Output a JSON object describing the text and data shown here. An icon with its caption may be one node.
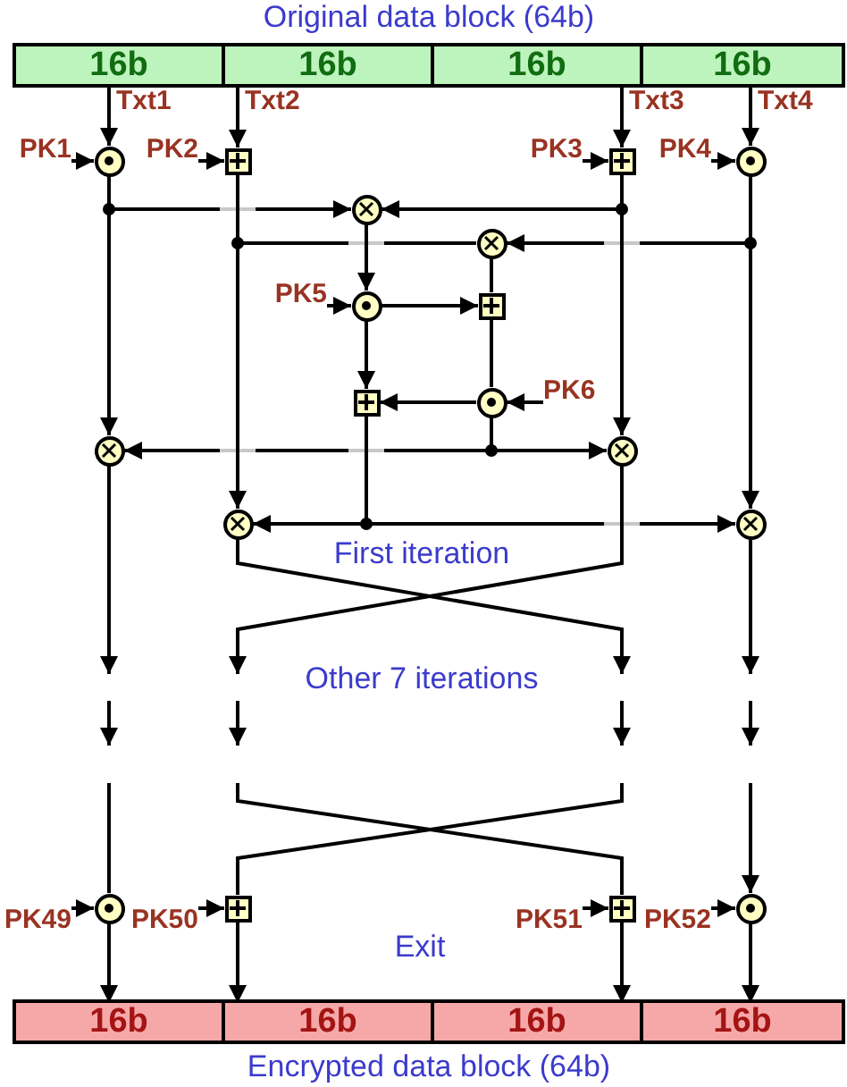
{
  "diagram": {
    "nodes": [
      {
        "text": [
          "Original data block (64b)"
        ]
      },
      {
        "text": [
          "16b"
        ],
        "in": 0
      },
      {
        "text": [
          "16b"
        ],
        "in": 0
      },
      {
        "text": [
          "16b"
        ],
        "in": 0
      },
      {
        "text": [
          "16b"
        ],
        "in": 0
      },
      {
        "text": [
          "PK1"
        ]
      },
      {
        "text": [],
        "shape": "circle"
      },
      {
        "text": [
          "PK2"
        ]
      },
      {
        "text": [],
        "shape": "box"
      },
      {
        "text": [
          "PK3"
        ]
      },
      {
        "text": [],
        "shape": "box"
      },
      {
        "text": [
          "PK4"
        ]
      },
      {
        "text": [],
        "shape": "circle"
      },
      {
        "text": [],
        "shape": "circle"
      },
      {
        "text": [],
        "shape": "circle"
      },
      {
        "text": [
          "PK5"
        ]
      },
      {
        "text": [],
        "shape": "circle"
      },
      {
        "text": [],
        "shape": "box"
      },
      {
        "text": [],
        "shape": "box"
      },
      {
        "text": [],
        "shape": "circle"
      },
      {
        "text": [
          "PK6"
        ]
      },
      {
        "text": [],
        "shape": "circle"
      },
      {
        "text": [],
        "shape": "circle"
      },
      {
        "text": [],
        "shape": "circle"
      },
      {
        "text": [],
        "shape": "circle"
      },
      {
        "text": [
          "PK49"
        ]
      },
      {
        "text": [],
        "shape": "circle"
      },
      {
        "text": [
          "PK50"
        ]
      },
      {
        "text": [],
        "shape": "box"
      },
      {
        "text": [
          "PK51"
        ]
      },
      {
        "text": [],
        "shape": "box"
      },
      {
        "text": [
          "PK52"
        ]
      },
      {
        "text": [],
        "shape": "circle"
      },
      {
        "text": [
          "Encrypted data block (64b)"
        ]
      },
      {
        "text": [
          "16b"
        ],
        "in": 33
      },
      {
        "text": [
          "16b"
        ],
        "in": 33
      },
      {
        "text": [
          "16b"
        ],
        "in": 33
      },
      {
        "text": [
          "16b"
        ],
        "in": 33
      }
    ],
    "edges": [
      {
        "from": 1,
        "to": 6,
        "arrow": "to",
        "label": "Txt1"
      },
      {
        "from": 5,
        "to": 6,
        "arrow": "to"
      },
      {
        "from": 2,
        "to": 8,
        "arrow": "to",
        "label": "Txt2"
      },
      {
        "from": 7,
        "to": 8,
        "arrow": "to"
      },
      {
        "from": 3,
        "to": 10,
        "arrow": "to",
        "label": "Txt3"
      },
      {
        "from": 9,
        "to": 10,
        "arrow": "to"
      },
      {
        "from": 4,
        "to": 12,
        "arrow": "to",
        "label": "Txt4"
      },
      {
        "from": 11,
        "to": 12,
        "arrow": "to"
      },
      {
        "from": 6,
        "to": 13,
        "arrow": "to"
      },
      {
        "from": 6,
        "to": 21,
        "arrow": "to"
      },
      {
        "from": 10,
        "to": 13,
        "arrow": "to"
      },
      {
        "from": 10,
        "to": 22,
        "arrow": "to"
      },
      {
        "from": 8,
        "to": 14,
        "arrow": "none"
      },
      {
        "from": 8,
        "to": 23,
        "arrow": "to"
      },
      {
        "from": 12,
        "to": 14,
        "arrow": "to"
      },
      {
        "from": 12,
        "to": 24,
        "arrow": "to"
      },
      {
        "from": 13,
        "to": 16,
        "arrow": "to"
      },
      {
        "from": 15,
        "to": 16,
        "arrow": "to"
      },
      {
        "from": 16,
        "to": 17,
        "arrow": "to"
      },
      {
        "from": 14,
        "to": 17,
        "arrow": "none"
      },
      {
        "from": 16,
        "to": 18,
        "arrow": "to"
      },
      {
        "from": 17,
        "to": 19,
        "arrow": "none"
      },
      {
        "from": 20,
        "to": 19,
        "arrow": "to"
      },
      {
        "from": 19,
        "to": 18,
        "arrow": "to"
      },
      {
        "from": 19,
        "to": 21,
        "arrow": "to"
      },
      {
        "from": 19,
        "to": 22,
        "arrow": "to"
      },
      {
        "from": 18,
        "to": 23,
        "arrow": "to"
      },
      {
        "from": 18,
        "to": 24,
        "arrow": "to"
      },
      {
        "from": 21,
        "to": null,
        "arrow": "to"
      },
      {
        "from": 23,
        "to": null,
        "arrow": "to"
      },
      {
        "from": 22,
        "to": null,
        "arrow": "to"
      },
      {
        "from": 24,
        "to": null,
        "arrow": "to"
      },
      {
        "from": null,
        "to": 26,
        "arrow": "none"
      },
      {
        "from": null,
        "to": 28,
        "arrow": "none"
      },
      {
        "from": null,
        "to": 30,
        "arrow": "none"
      },
      {
        "from": null,
        "to": 32,
        "arrow": "to"
      },
      {
        "from": 25,
        "to": 26,
        "arrow": "to"
      },
      {
        "from": 27,
        "to": 28,
        "arrow": "to"
      },
      {
        "from": 29,
        "to": 30,
        "arrow": "to"
      },
      {
        "from": 31,
        "to": 32,
        "arrow": "to"
      },
      {
        "from": 26,
        "to": 34,
        "arrow": "to"
      },
      {
        "from": 28,
        "to": 35,
        "arrow": "to"
      },
      {
        "from": 30,
        "to": 36,
        "arrow": "to"
      },
      {
        "from": 32,
        "to": 37,
        "arrow": "to"
      }
    ],
    "labels": [
      "First iteration",
      "Other 7 iterations",
      "Exit"
    ]
  }
}
